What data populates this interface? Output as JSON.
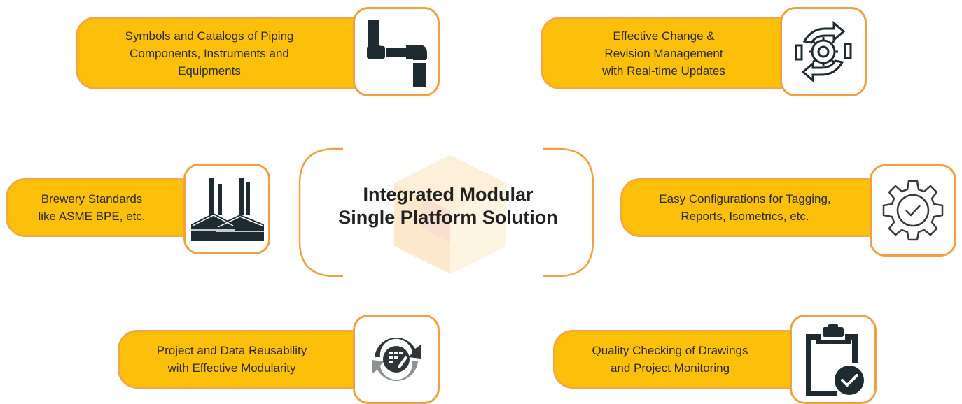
{
  "center": {
    "line1": "Integrated Modular",
    "line2": "Single Platform Solution"
  },
  "features": [
    {
      "lines": [
        "Symbols and Catalogs of Piping",
        "Components, Instruments and",
        "Equipments"
      ],
      "icon": "piping-icon"
    },
    {
      "lines": [
        "Effective Change &",
        "Revision Management",
        "with Real-time Updates"
      ],
      "icon": "revision-cycle-gear-icon"
    },
    {
      "lines": [
        "Brewery Standards",
        "like ASME BPE, etc."
      ],
      "icon": "brewery-factory-icon"
    },
    {
      "lines": [
        "Easy Configurations for Tagging,",
        "Reports, Isometrics, etc."
      ],
      "icon": "gear-check-icon"
    },
    {
      "lines": [
        "Project and Data Reusability",
        "with Effective Modularity"
      ],
      "icon": "reuse-cycle-icon"
    },
    {
      "lines": [
        "Quality Checking of Drawings",
        "and Project Monitoring"
      ],
      "icon": "clipboard-check-icon"
    }
  ],
  "colors": {
    "pill_fill": "#fcc00b",
    "pill_border": "#f4a742",
    "box_border": "#f2a03f",
    "icon_dark": "#1e2b30",
    "center_text": "#222222"
  }
}
